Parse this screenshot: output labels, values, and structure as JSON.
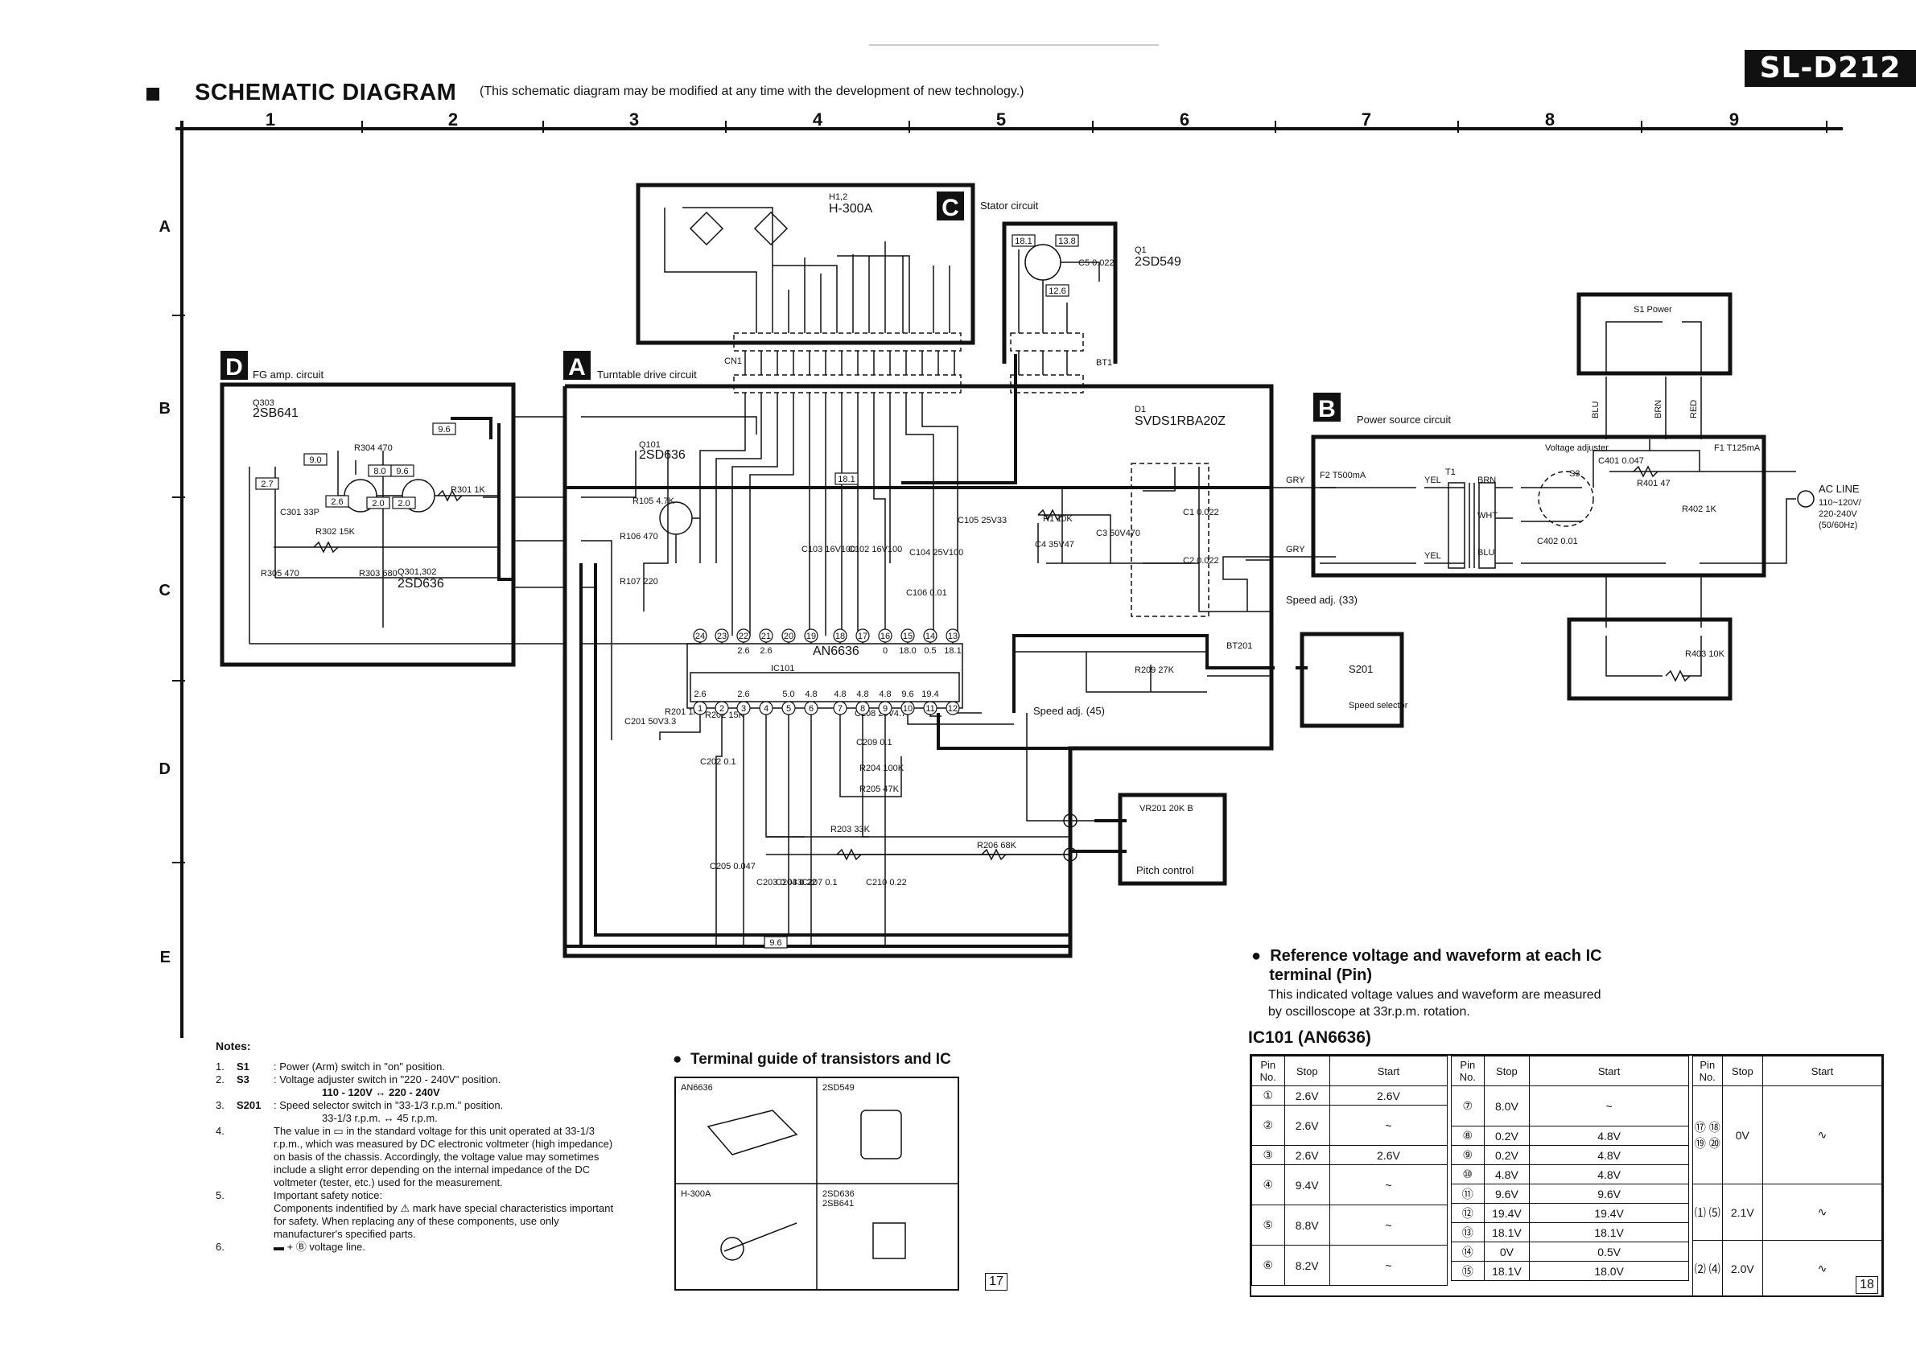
{
  "header": {
    "model": "SL-D212",
    "title": "SCHEMATIC DIAGRAM",
    "note": "(This schematic diagram may be modified at any time  with the development of new technology.)"
  },
  "grid": {
    "columns": [
      "1",
      "2",
      "3",
      "4",
      "5",
      "6",
      "7",
      "8",
      "9"
    ],
    "rows": [
      "A",
      "B",
      "C",
      "D",
      "E"
    ]
  },
  "blocks": {
    "c": {
      "letter": "C",
      "name": "Stator circuit",
      "part_ref": "H1,2",
      "part": "H-300A"
    },
    "a": {
      "letter": "A",
      "name": "Turntable drive circuit"
    },
    "d": {
      "letter": "D",
      "name": "FG amp. circuit"
    },
    "b": {
      "letter": "B",
      "name": "Power source circuit"
    }
  },
  "components": {
    "q1": {
      "ref": "Q1",
      "part": "2SD549"
    },
    "q303": {
      "ref": "Q303",
      "part": "2SB641"
    },
    "q101": {
      "ref": "Q101",
      "part": "2SD636"
    },
    "q301_302": {
      "ref": "Q301,302",
      "part": "2SD636"
    },
    "d1": {
      "ref": "D1",
      "part": "SVDS1RBA20Z"
    },
    "ic101": {
      "ref": "IC101",
      "part": "AN6636"
    },
    "ac_line": "AC LINE",
    "ac_volts_1": "110~120V/",
    "ac_volts_2": "220-240V",
    "ac_freq": "(50/60Hz)",
    "s1_power": "S1  Power",
    "voltage_adjuster": "Voltage adjuster",
    "s3": "S3",
    "s201": "S201",
    "speed_selector": "Speed selector",
    "pitch_control": "Pitch control",
    "vr201": "VR201  20K B",
    "speed_adj_33": "Speed adj. (33)",
    "speed_adj_45": "Speed adj. (45)",
    "bt201": "BT201",
    "cn1": "CN1",
    "bt1": "BT1",
    "f2": "F2  T500mA",
    "f1": "F1  T125mA",
    "t1": "T1",
    "wire_gry": "GRY",
    "wire_yel": "YEL",
    "wire_brn": "BRN",
    "wire_wht": "WHT",
    "wire_blu": "BLU",
    "wire_red": "RED",
    "resistors": [
      "R1 10K",
      "R203 33K",
      "R206 68K",
      "R204 100K",
      "R205 47K",
      "R201 1K",
      "R202 15K",
      "R301 1K",
      "R302 15K",
      "R303 680",
      "R305 470",
      "R304 470",
      "R105 4.7K",
      "R106 470",
      "R107 220",
      "R209 27K",
      "R401 47",
      "R402 1K",
      "R403 10K"
    ],
    "capacitors": [
      "C1 0.022",
      "C2 0.022",
      "C3 50V470",
      "C4 35V47",
      "C5 0.022",
      "C103 16V100",
      "C102 16V100",
      "C104 25V100",
      "C105 25V33",
      "C106 0.01",
      "C201 50V3.3",
      "C202 0.1",
      "C205 0.047",
      "C203 0.033",
      "C204 0.22",
      "C207 0.1",
      "C208 25V4.7",
      "C209 0.1",
      "C210 0.22",
      "C301 33P",
      "C401 0.047",
      "C402 0.01"
    ],
    "voltage_boxes": [
      "9.6",
      "18.1",
      "9.0",
      "8.0",
      "9.6",
      "2.0",
      "2.0",
      "2.6",
      "2.7",
      "13.8",
      "18.1",
      "12.6",
      "9.6"
    ],
    "ic_top_pins": [
      "24",
      "23",
      "22",
      "21",
      "20",
      "19",
      "18",
      "17",
      "16",
      "15",
      "14",
      "13"
    ],
    "ic_top_volts": [
      "",
      "",
      "2.6",
      "2.6",
      "",
      "",
      "",
      "",
      "0",
      "18.0",
      "0.5",
      "18.1"
    ],
    "ic_bottom_pins": [
      "1",
      "2",
      "3",
      "4",
      "5",
      "6",
      "7",
      "8",
      "9",
      "10",
      "11",
      "12"
    ],
    "ic_bottom_volts": [
      "2.6",
      "",
      "2.6",
      "",
      "5.0",
      "4.8",
      "4.8",
      "4.8",
      "4.8",
      "9.6",
      "19.4",
      ""
    ]
  },
  "notes": {
    "heading": "Notes:",
    "items": [
      {
        "num": "1.",
        "key": "S1",
        "text": ":  Power (Arm) switch in \"on\" position."
      },
      {
        "num": "2.",
        "key": "S3",
        "text": ":  Voltage adjuster switch in \"220 - 240V\" position."
      },
      {
        "num": "",
        "key": "",
        "text": "110 - 120V  ↔  220 - 240V"
      },
      {
        "num": "3.",
        "key": "S201",
        "text": ":  Speed selector switch in \"33-1/3 r.p.m.\" position."
      },
      {
        "num": "",
        "key": "",
        "text": "33-1/3 r.p.m. ↔ 45 r.p.m."
      },
      {
        "num": "4.",
        "key": "",
        "text": "The value in ▭ in the standard voltage for this unit operated at 33-1/3 r.p.m., which was measured by DC electronic voltmeter (high impedance) on basis of the chassis. Accordingly, the voltage value may sometimes include a slight error depending on the internal impedance of the DC voltmeter (tester, etc.) used for the measurement."
      },
      {
        "num": "5.",
        "key": "",
        "text": "Important safety notice:"
      },
      {
        "num": "",
        "key": "",
        "text": "Components indentified by ⚠ mark have special characteristics important for safety. When replacing any of these components, use only manufacturer's specified parts."
      },
      {
        "num": "6.",
        "key": "",
        "text": "▬ + Ⓑ voltage line."
      }
    ]
  },
  "terminal_guide": {
    "title": "Terminal guide of transistors and IC",
    "cells": [
      "AN6636",
      "2SD549",
      "H-300A",
      "2SD636\n2SB641"
    ],
    "page": "17"
  },
  "reference": {
    "title_line1": "Reference voltage and waveform at each IC",
    "title_line2": "terminal (Pin)",
    "desc_line1": "This indicated voltage values and waveform are measured",
    "desc_line2": "by oscilloscope at 33r.p.m. rotation.",
    "ic_title": "IC101 (AN6636)",
    "headers": [
      "Pin No.",
      "Stop",
      "Start"
    ],
    "block1": [
      {
        "pin": "①",
        "stop": "2.6V",
        "start": "2.6V"
      },
      {
        "pin": "②",
        "stop": "2.6V",
        "start": "~"
      },
      {
        "pin": "③",
        "stop": "2.6V",
        "start": "2.6V"
      },
      {
        "pin": "④",
        "stop": "9.4V",
        "start": "~"
      },
      {
        "pin": "⑤",
        "stop": "8.8V",
        "start": "~"
      },
      {
        "pin": "⑥",
        "stop": "8.2V",
        "start": "~"
      }
    ],
    "block2": [
      {
        "pin": "⑦",
        "stop": "8.0V",
        "start": "~"
      },
      {
        "pin": "⑧",
        "stop": "0.2V",
        "start": "4.8V"
      },
      {
        "pin": "⑨",
        "stop": "0.2V",
        "start": "4.8V"
      },
      {
        "pin": "⑩",
        "stop": "4.8V",
        "start": "4.8V"
      },
      {
        "pin": "⑪",
        "stop": "9.6V",
        "start": "9.6V"
      },
      {
        "pin": "⑫",
        "stop": "19.4V",
        "start": "19.4V"
      },
      {
        "pin": "⑬",
        "stop": "18.1V",
        "start": "18.1V"
      },
      {
        "pin": "⑭",
        "stop": "0V",
        "start": "0.5V"
      },
      {
        "pin": "⑮",
        "stop": "18.1V",
        "start": "18.0V"
      }
    ],
    "block3": [
      {
        "pins": "⑰ ⑱ ⑲ ⑳",
        "stop": "0V"
      },
      {
        "pins": "⑴ ⑸",
        "stop": "2.1V"
      },
      {
        "pins": "⑵ ⑷",
        "stop": "2.0V"
      }
    ],
    "page": "18"
  }
}
